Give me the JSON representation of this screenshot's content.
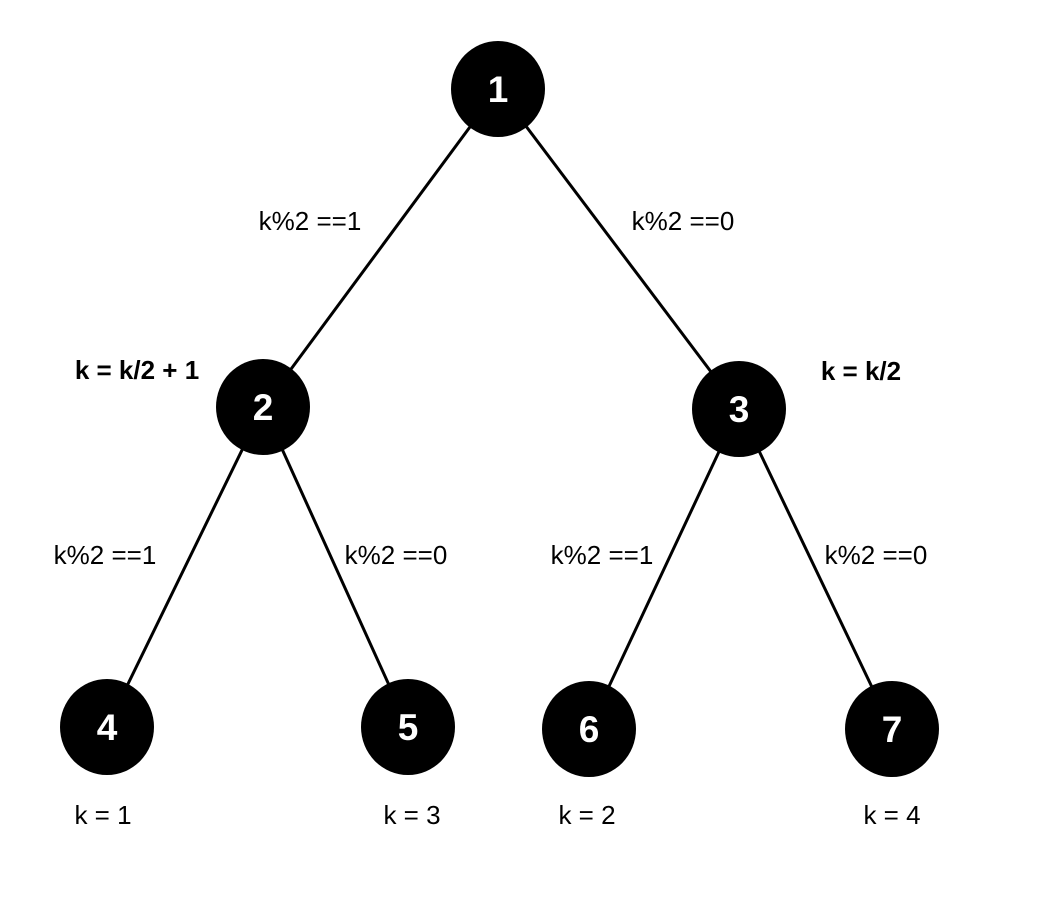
{
  "diagram": {
    "type": "binary-tree-decision-diagram",
    "colors": {
      "background": "#ffffff",
      "node_fill": "#000000",
      "node_text": "#ffffff",
      "edge": "#000000",
      "text": "#000000"
    },
    "nodes": [
      {
        "id": "1",
        "label": "1"
      },
      {
        "id": "2",
        "label": "2",
        "side_label": "k = k/2 + 1"
      },
      {
        "id": "3",
        "label": "3",
        "side_label": "k = k/2"
      },
      {
        "id": "4",
        "label": "4",
        "result_label": "k = 1"
      },
      {
        "id": "5",
        "label": "5",
        "result_label": "k = 3"
      },
      {
        "id": "6",
        "label": "6",
        "result_label": "k = 2"
      },
      {
        "id": "7",
        "label": "7",
        "result_label": "k = 4"
      }
    ],
    "edges": [
      {
        "from": "1",
        "to": "2",
        "label": "k%2 ==1"
      },
      {
        "from": "1",
        "to": "3",
        "label": "k%2 ==0"
      },
      {
        "from": "2",
        "to": "4",
        "label": "k%2 ==1"
      },
      {
        "from": "2",
        "to": "5",
        "label": "k%2 ==0"
      },
      {
        "from": "3",
        "to": "6",
        "label": "k%2 ==1"
      },
      {
        "from": "3",
        "to": "7",
        "label": "k%2 ==0"
      }
    ]
  }
}
